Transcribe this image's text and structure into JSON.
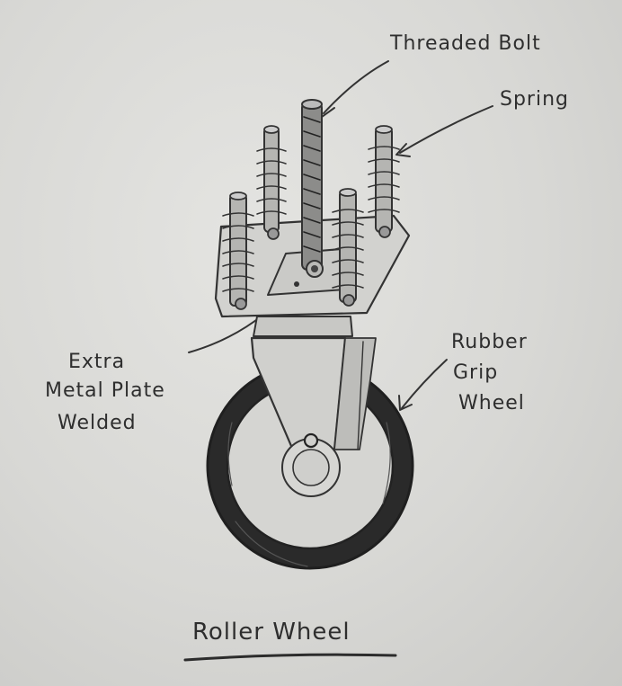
{
  "labels": {
    "threaded_bolt": "Threaded Bolt",
    "spring": "Spring",
    "extra_line1": "Extra",
    "extra_line2": "Metal Plate",
    "extra_line3": "Welded",
    "rubber_line1": "Rubber",
    "rubber_line2": "Grip",
    "rubber_line3": "Wheel"
  },
  "caption": "Roller Wheel",
  "colors": {
    "paper": "#dcdcd9",
    "pencil": "#2e2e2e",
    "tyre": "#252525"
  }
}
